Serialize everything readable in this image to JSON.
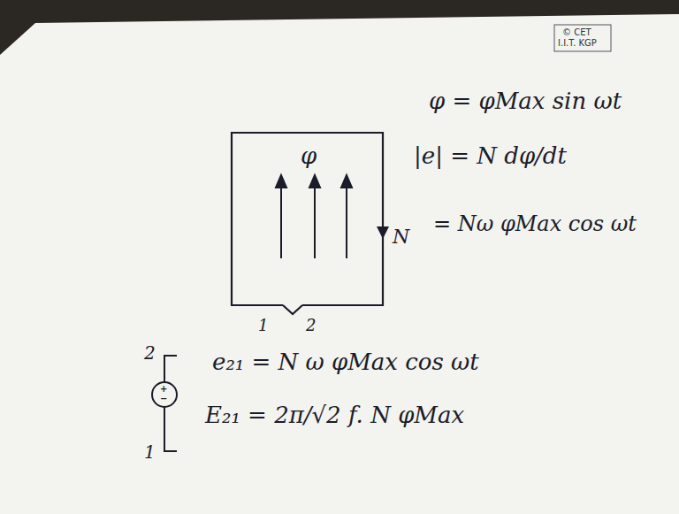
{
  "diagram": {
    "labels": [
      "© CET",
      "I.I.T. KGP",
      "φ",
      "N",
      "1",
      "2",
      "φ = φMax sin ωt",
      "|e| = N dφ/dt",
      "= Nω φMax cos ωt",
      "2",
      "+",
      "−",
      "1",
      "e₂₁ = N ω φMax cos ωt",
      "E₂₁ = 2π/√2 f. N φMax"
    ]
  }
}
